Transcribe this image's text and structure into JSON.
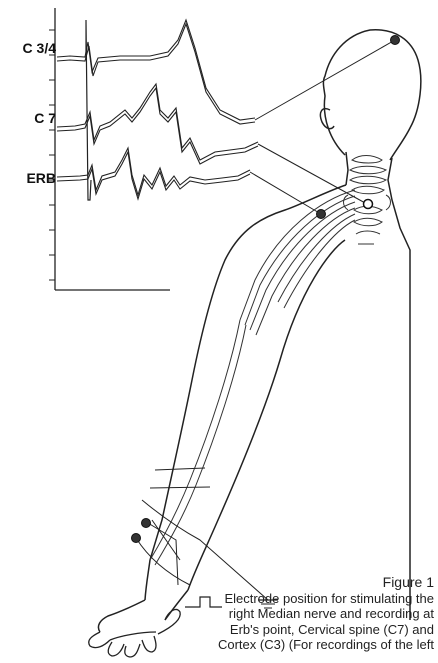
{
  "traces": {
    "c34": "C 3/4",
    "c7": "C 7",
    "erb": "ERB"
  },
  "caption": {
    "title": "Figure 1",
    "lines": [
      "Electrode position for stimulating the",
      "right Median nerve and recording at",
      "Erb's point, Cervical spine (C7) and",
      "Cortex (C3) (For recordings of the left"
    ]
  },
  "colors": {
    "line": "#222222",
    "electrode": "#333333"
  }
}
